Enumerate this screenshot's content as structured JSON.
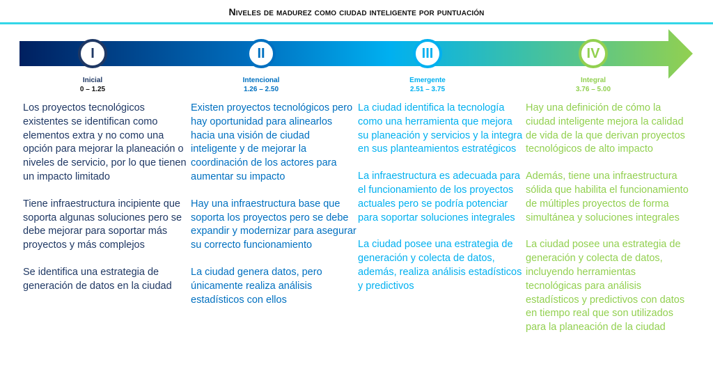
{
  "title": "Niveles de madurez como ciudad inteligente por puntuación",
  "colors": {
    "l1": "#1f3864",
    "l2": "#0070c0",
    "l3": "#00b0f0",
    "l4": "#92d050",
    "rule": "#33d6e8"
  },
  "levels": [
    {
      "numeral": "I",
      "name": "Inicial",
      "range": "0 – 1.25",
      "paragraphs": [
        "Los proyectos tecnológicos existentes se identifican como elementos extra y no como una opción para mejorar la planeación o niveles de servicio, por lo que tienen un impacto limitado",
        "Tiene infraestructura incipiente que soporta algunas soluciones pero se debe mejorar para soportar más proyectos y más complejos",
        "Se identifica una estrategia de generación de datos en la ciudad"
      ]
    },
    {
      "numeral": "II",
      "name": "Intencional",
      "range": "1.26 – 2.50",
      "paragraphs": [
        "Existen proyectos tecnológicos pero hay oportunidad para alinearlos hacia una visión de ciudad inteligente y de mejorar la coordinación de los actores para aumentar su impacto",
        "Hay una infraestructura base que soporta los proyectos pero se debe expandir y modernizar para asegurar su correcto funcionamiento",
        "La ciudad genera datos, pero únicamente realiza análisis estadísticos con ellos"
      ]
    },
    {
      "numeral": "III",
      "name": "Emergente",
      "range": "2.51 – 3.75",
      "paragraphs": [
        "La ciudad identifica la tecnología como una herramienta que mejora su planeación y servicios y la integra en sus planteamientos estratégicos",
        "La infraestructura es adecuada para el funcionamiento de los proyectos actuales pero se podría potenciar para soportar soluciones integrales",
        "La ciudad posee una estrategia de generación y colecta de datos, además, realiza análisis estadísticos y predictivos"
      ]
    },
    {
      "numeral": "IV",
      "name": "Integral",
      "range": "3.76 – 5.00",
      "paragraphs": [
        "Hay una definición de cómo la ciudad inteligente mejora la calidad de vida de la que derivan proyectos tecnológicos de alto impacto",
        "Además, tiene una infraestructura sólida que habilita el funcionamiento de múltiples proyectos de forma simultánea y soluciones integrales",
        "La ciudad posee una estrategia de generación y colecta de datos, incluyendo herramientas tecnológicas para análisis estadísticos y predictivos con datos en tiempo real que son utilizados para la planeación de la ciudad"
      ]
    }
  ]
}
